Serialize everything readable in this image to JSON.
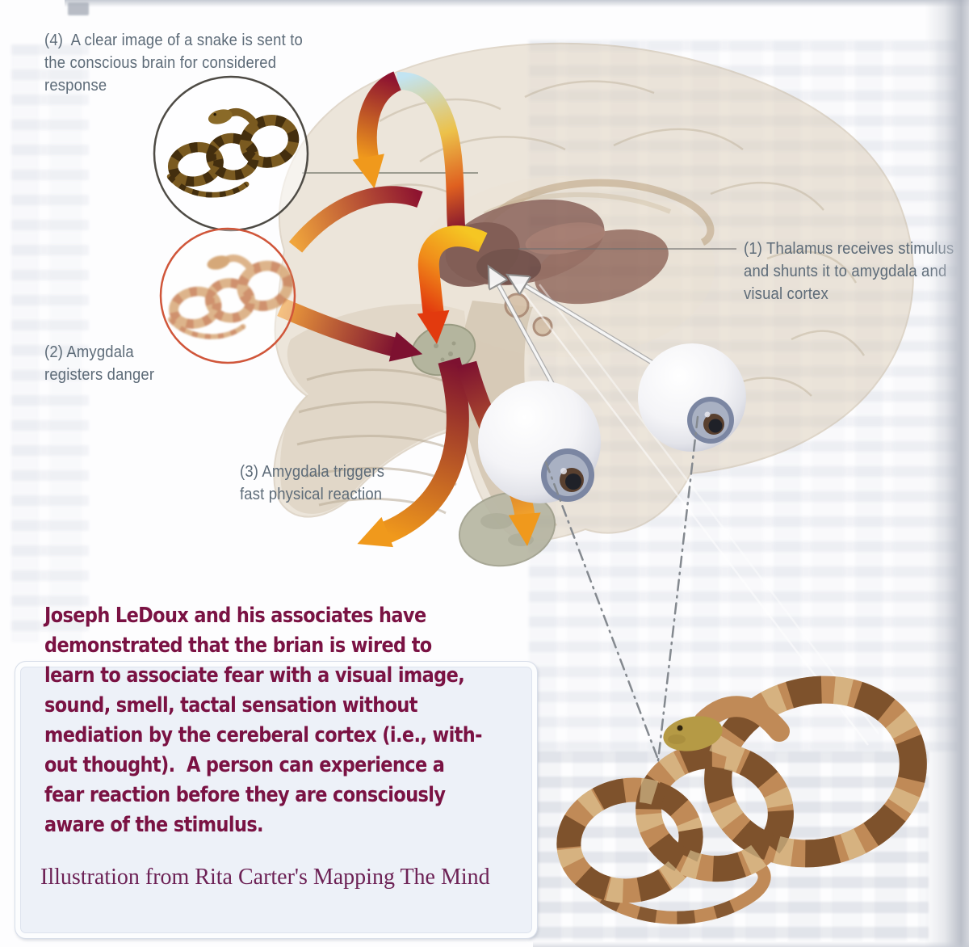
{
  "diagram": {
    "steps": {
      "s1": {
        "text": "(1) Thalamus receives stimulus\nand shunts it to amygdala and\nvisual cortex"
      },
      "s2": {
        "text": "(2) Amygdala\nregisters danger"
      },
      "s3": {
        "text": "(3) Amygdala triggers\nfast physical reaction"
      },
      "s4": {
        "text": "(4)  A clear image of a snake is sent to\nthe conscious brain for considered\nresponse"
      }
    },
    "body_text": "Joseph LeDoux and his associates have\ndemonstrated that the brian is wired to\nlearn to associate fear with a visual image,\nsound, smell, tactal sensation without\nmediation by the cereberal cortex (i.e., with-\nout thought).  A person can experience a\nfear reaction before they are consciously\naware of the stimulus.",
    "caption": "Illustration from Rita Carter's Mapping The Mind",
    "colors": {
      "label_text": "#5d6b78",
      "body_text": "#7a1243",
      "caption_text": "#6d2256",
      "panel_fill": "#edf1f8",
      "circle_clear_stroke": "#4e4b45",
      "circle_crude_stroke": "#d0563a",
      "arrow_maroon": "#7d1130",
      "arrow_red": "#e23a0e",
      "arrow_orange": "#f0991c",
      "arrow_yellow": "#f5c623",
      "arrow_blue": "#c2e4f2"
    }
  }
}
